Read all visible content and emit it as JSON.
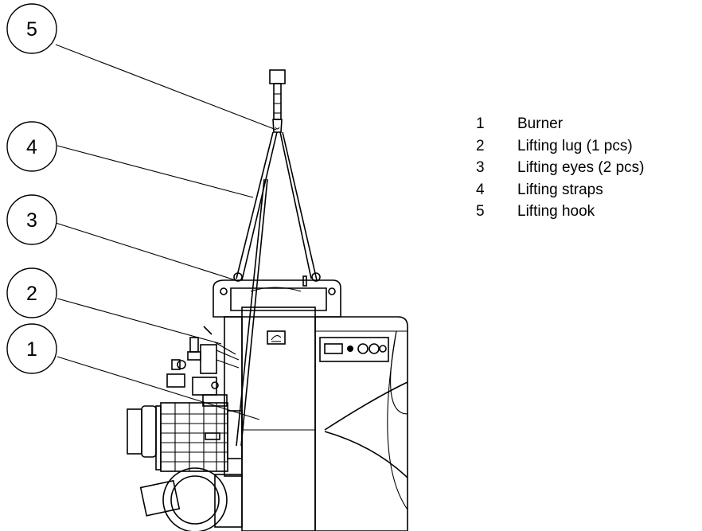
{
  "callouts": [
    {
      "number": "5"
    },
    {
      "number": "4"
    },
    {
      "number": "3"
    },
    {
      "number": "2"
    },
    {
      "number": "1"
    }
  ],
  "legend": [
    {
      "number": "1",
      "label": "Burner"
    },
    {
      "number": "2",
      "label": "Lifting lug (1 pcs)"
    },
    {
      "number": "3",
      "label": "Lifting eyes (2 pcs)"
    },
    {
      "number": "4",
      "label": "Lifting straps"
    },
    {
      "number": "5",
      "label": "Lifting hook"
    }
  ]
}
